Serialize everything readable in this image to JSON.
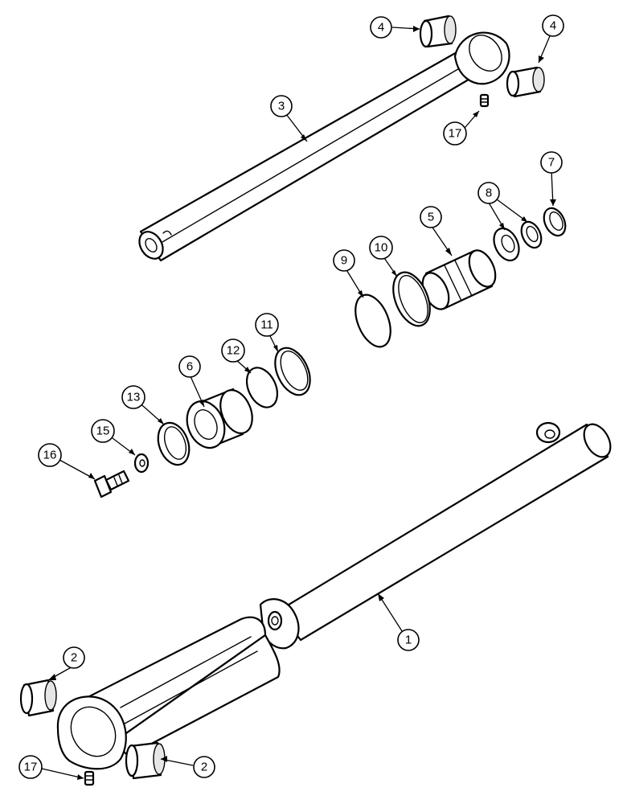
{
  "callouts": {
    "c1": "1",
    "c2a": "2",
    "c2b": "2",
    "c3": "3",
    "c4a": "4",
    "c4b": "4",
    "c5": "5",
    "c6": "6",
    "c7": "7",
    "c8": "8",
    "c9": "9",
    "c10": "10",
    "c11": "11",
    "c12": "12",
    "c13": "13",
    "c15": "15",
    "c16": "16",
    "c17a": "17",
    "c17b": "17"
  }
}
